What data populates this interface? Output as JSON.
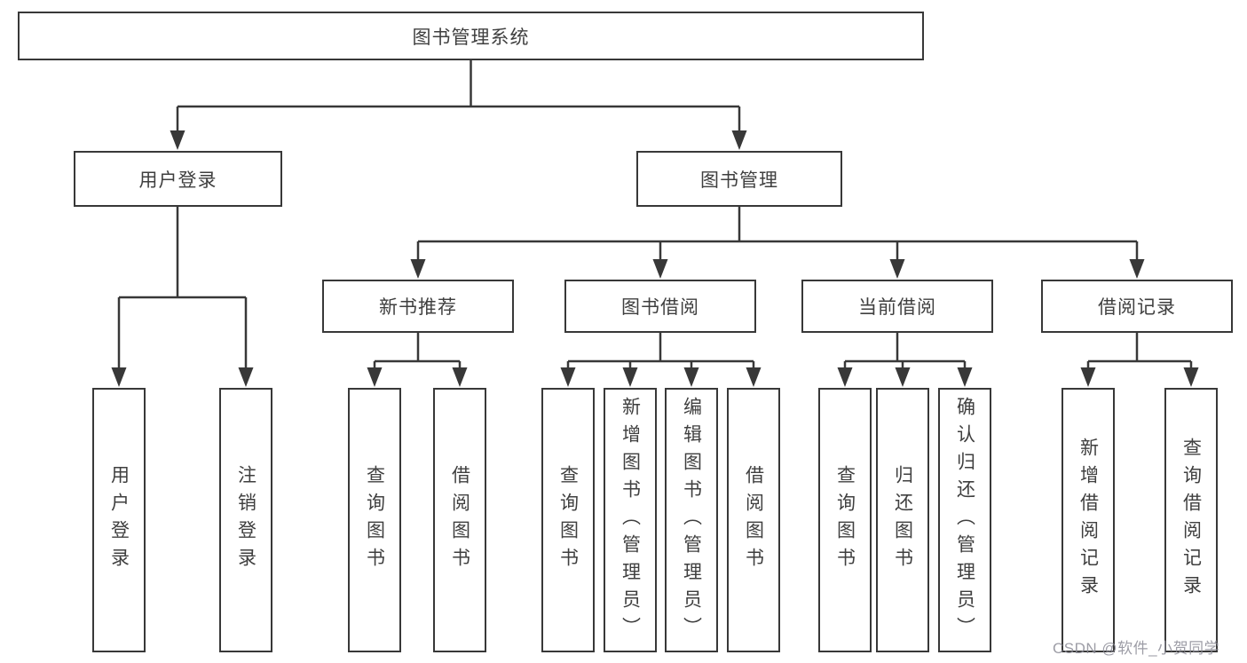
{
  "tree": {
    "root": {
      "label": "图书管理系统",
      "children": [
        {
          "label": "用户登录",
          "children": [
            {
              "label": "用户登录"
            },
            {
              "label": "注销登录"
            }
          ]
        },
        {
          "label": "图书管理",
          "children": [
            {
              "label": "新书推荐",
              "children": [
                {
                  "label": "查询图书"
                },
                {
                  "label": "借阅图书"
                }
              ]
            },
            {
              "label": "图书借阅",
              "children": [
                {
                  "label": "查询图书"
                },
                {
                  "label": "新增图书（管理员）"
                },
                {
                  "label": "编辑图书（管理员）"
                },
                {
                  "label": "借阅图书"
                }
              ]
            },
            {
              "label": "当前借阅",
              "children": [
                {
                  "label": "查询图书"
                },
                {
                  "label": "归还图书"
                },
                {
                  "label": "确认归还（管理员）"
                }
              ]
            },
            {
              "label": "借阅记录",
              "children": [
                {
                  "label": "新增借阅记录"
                },
                {
                  "label": "查询借阅记录"
                }
              ]
            }
          ]
        }
      ]
    }
  },
  "watermark": "CSDN @软件_小贺同学",
  "colors": {
    "line": "#383838",
    "box_border": "#383838",
    "text": "#3f3f3f",
    "background": "#ffffff",
    "watermark": "#8c8c96"
  }
}
